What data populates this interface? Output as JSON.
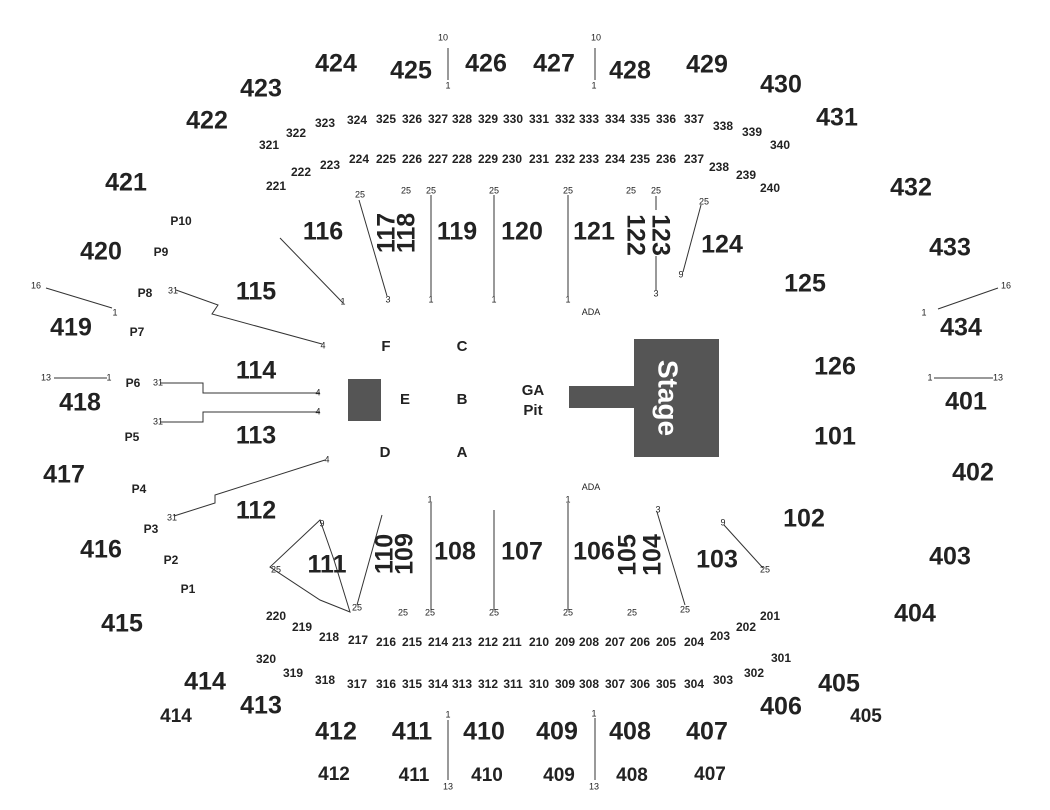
{
  "colors": {
    "stage_fill": "#555555",
    "mixer_fill": "#555555",
    "text": "#222222",
    "background": "#ffffff"
  },
  "stage": {
    "label": "Stage"
  },
  "pit": {
    "line1": "GA",
    "line2": "Pit"
  },
  "ada_top": "ADA",
  "ada_bottom": "ADA",
  "floor_sections": [
    "F",
    "C",
    "E",
    "B",
    "D",
    "A"
  ],
  "sections_100": [
    "116",
    "117",
    "118",
    "119",
    "120",
    "121",
    "122",
    "123",
    "124",
    "125",
    "115",
    "126",
    "114",
    "113",
    "101",
    "112",
    "102",
    "111",
    "110",
    "109",
    "108",
    "107",
    "106",
    "105",
    "104",
    "103"
  ],
  "sections_200": [
    "221",
    "222",
    "223",
    "224",
    "225",
    "226",
    "227",
    "228",
    "229",
    "230",
    "231",
    "232",
    "233",
    "234",
    "235",
    "236",
    "237",
    "238",
    "239",
    "240",
    "220",
    "219",
    "218",
    "217",
    "216",
    "215",
    "214",
    "213",
    "212",
    "211",
    "210",
    "209",
    "208",
    "207",
    "206",
    "205",
    "204",
    "203",
    "202",
    "201"
  ],
  "sections_300": [
    "321",
    "322",
    "323",
    "324",
    "325",
    "326",
    "327",
    "328",
    "329",
    "330",
    "331",
    "332",
    "333",
    "334",
    "335",
    "336",
    "337",
    "338",
    "339",
    "340",
    "320",
    "319",
    "318",
    "317",
    "316",
    "315",
    "314",
    "313",
    "312",
    "311",
    "310",
    "309",
    "308",
    "307",
    "306",
    "305",
    "304",
    "303",
    "302",
    "301"
  ],
  "sections_400": [
    "424",
    "425",
    "426",
    "427",
    "428",
    "429",
    "423",
    "430",
    "422",
    "431",
    "421",
    "432",
    "420",
    "433",
    "419",
    "434",
    "418",
    "401",
    "417",
    "402",
    "416",
    "403",
    "415",
    "404",
    "414",
    "405",
    "413",
    "406",
    "412",
    "411",
    "410",
    "409",
    "408",
    "407"
  ],
  "sections_400_outer": [
    "414",
    "405",
    "412",
    "411",
    "410",
    "409",
    "408",
    "407"
  ],
  "party_suites": [
    "P10",
    "P9",
    "P8",
    "P7",
    "P6",
    "P5",
    "P4",
    "P3",
    "P2",
    "P1"
  ],
  "row_markers": [
    "10",
    "1",
    "10",
    "1",
    "16",
    "1",
    "16",
    "1",
    "13",
    "1",
    "1",
    "13",
    "1",
    "13",
    "1",
    "13",
    "25",
    "25",
    "25",
    "25",
    "25",
    "25",
    "25",
    "25",
    "9",
    "1",
    "3",
    "1",
    "1",
    "1",
    "3",
    "31",
    "4",
    "31",
    "4",
    "31",
    "4",
    "4",
    "31",
    "1",
    "1",
    "3",
    "9",
    "25",
    "25",
    "25",
    "25",
    "25",
    "25",
    "25",
    "25",
    "9",
    "25",
    "25"
  ]
}
